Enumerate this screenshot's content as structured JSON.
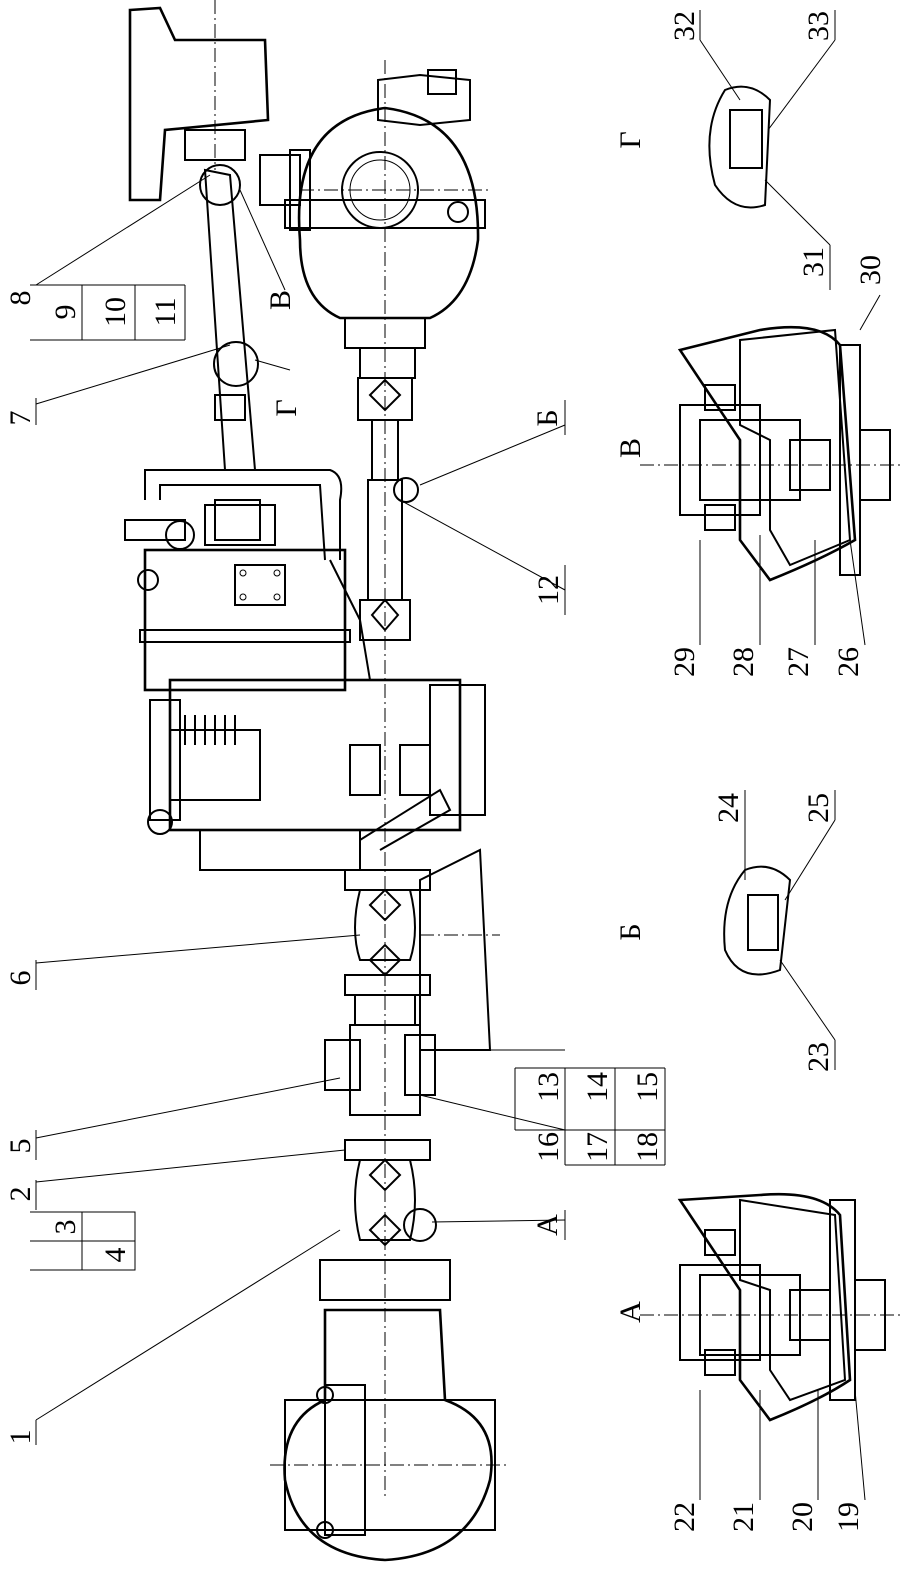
{
  "callouts": {
    "n1": "1",
    "n2": "2",
    "n3": "3",
    "n4": "4",
    "n5": "5",
    "n6": "6",
    "n7": "7",
    "n8": "8",
    "n9": "9",
    "n10": "10",
    "n11": "11",
    "n12": "12",
    "n13": "13",
    "n14": "14",
    "n15": "15",
    "n16": "16",
    "n17": "17",
    "n18": "18",
    "n19": "19",
    "n20": "20",
    "n21": "21",
    "n22": "22",
    "n23": "23",
    "n24": "24",
    "n25": "25",
    "n26": "26",
    "n27": "27",
    "n28": "28",
    "n29": "29",
    "n30": "30",
    "n31": "31",
    "n32": "32",
    "n33": "33"
  },
  "detail_views": {
    "A": "А",
    "B": "Б",
    "V": "В",
    "G": "Г"
  }
}
